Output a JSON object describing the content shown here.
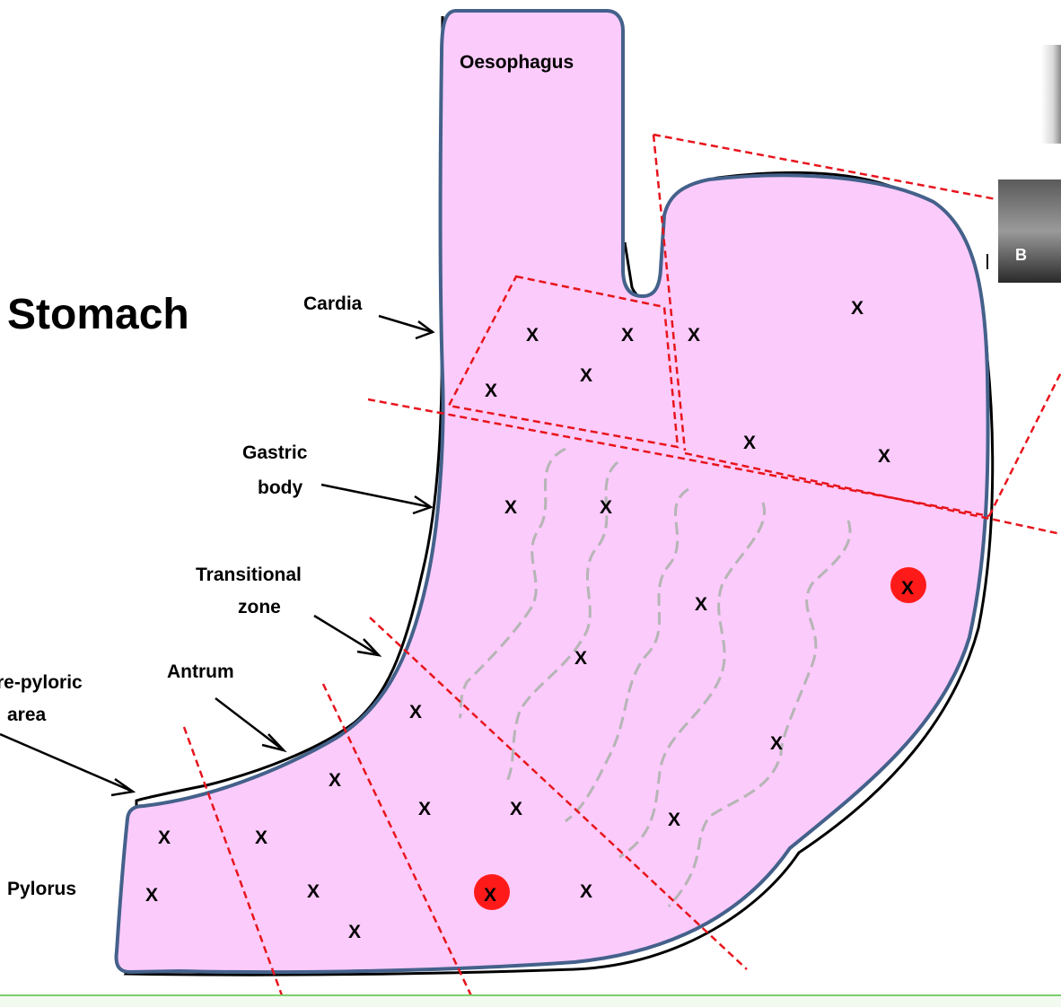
{
  "title": "Stomach",
  "labels": {
    "oesophagus": "Oesophagus",
    "cardia": "Cardia",
    "gastric_body_line1": "Gastric",
    "gastric_body_line2": "body",
    "transitional_line1": "Transitional",
    "transitional_line2": "zone",
    "antrum": "Antrum",
    "prepyloric_line1": "Pre-pyloric",
    "prepyloric_line2": "area",
    "pylorus": "Pylorus"
  },
  "inset_badge": "B",
  "sample_mark": "X",
  "colors": {
    "stomach_fill": "#fbcbfb",
    "stomach_outline": "#44618b",
    "zone_lines": "#e8141c",
    "highlight_marker": "#ff1a1a",
    "folds": "#b5b5b5",
    "footer_border": "#7ccf6a"
  }
}
